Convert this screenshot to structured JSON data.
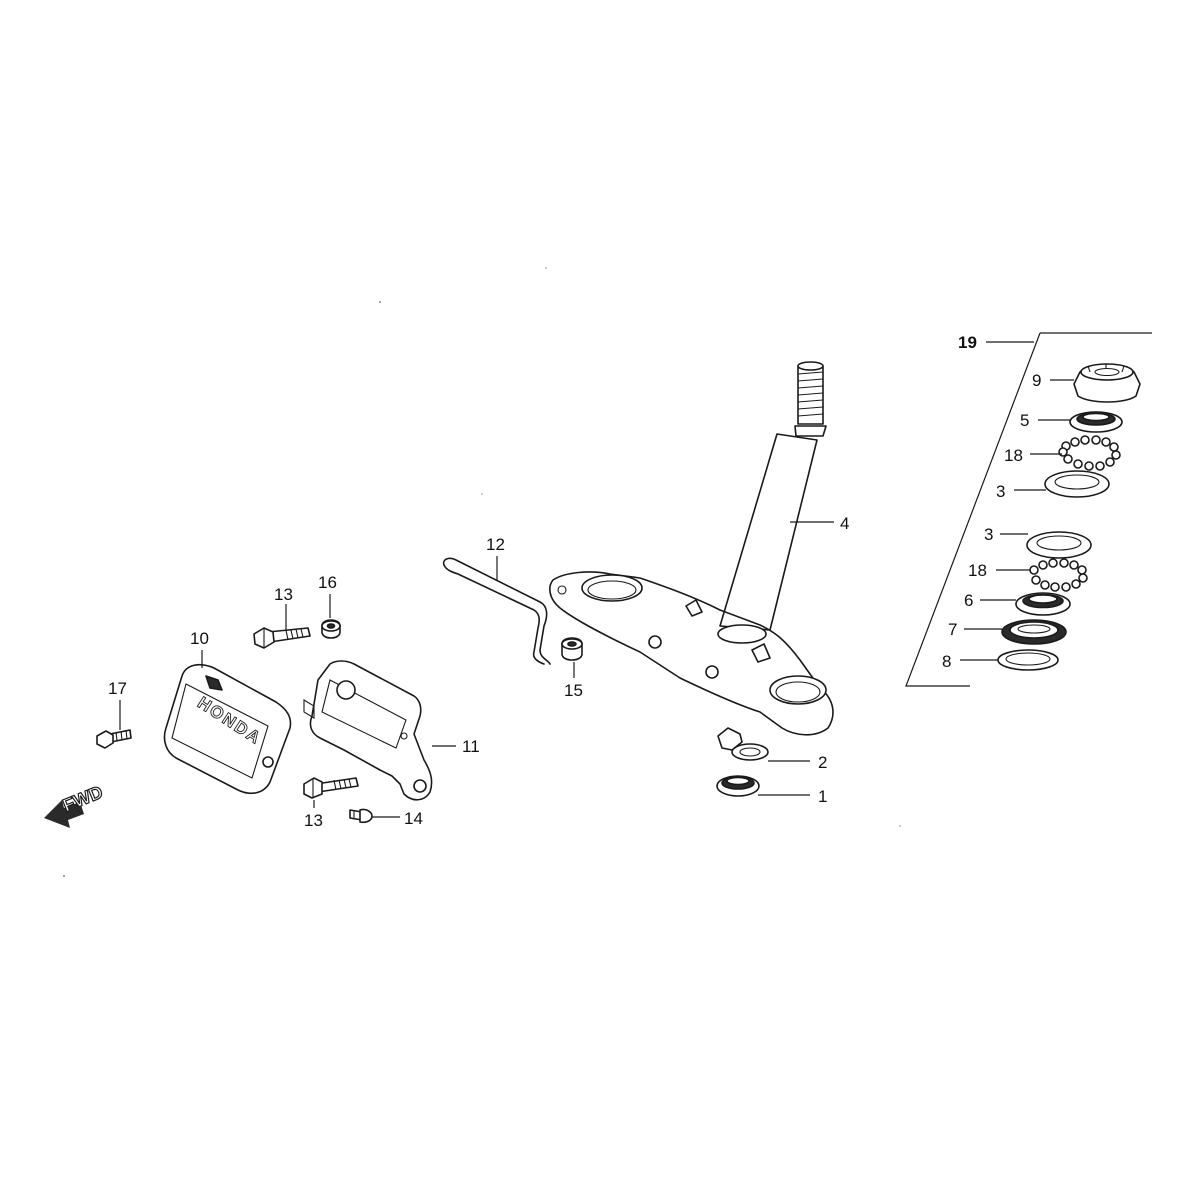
{
  "labels": {
    "p1": "1",
    "p2": "2",
    "p3a": "3",
    "p3b": "3",
    "p4": "4",
    "p5": "5",
    "p6": "6",
    "p7": "7",
    "p8": "8",
    "p9": "9",
    "p10": "10",
    "p11": "11",
    "p12": "12",
    "p13a": "13",
    "p13b": "13",
    "p14": "14",
    "p15": "15",
    "p16": "16",
    "p17": "17",
    "p18a": "18",
    "p18b": "18",
    "p19": "19"
  },
  "fwd_label": "FWD",
  "cover_logo_text": "HONDA"
}
